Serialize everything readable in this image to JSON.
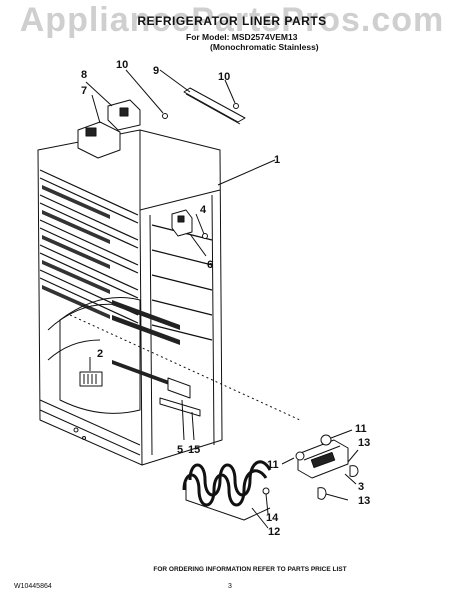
{
  "watermark": "AppliancePartsPros.com",
  "header": {
    "title": "REFRIGERATOR LINER PARTS",
    "model_line": "For Model: MSD2574VEM13",
    "finish_line": "(Monochromatic Stainless)"
  },
  "callouts": {
    "c1": "1",
    "c2": "2",
    "c3": "3",
    "c4": "4",
    "c5": "5",
    "c6": "6",
    "c7": "7",
    "c8": "8",
    "c9": "9",
    "c10a": "10",
    "c10b": "10",
    "c11a": "11",
    "c11b": "11",
    "c12": "12",
    "c13a": "13",
    "c13b": "13",
    "c14": "14",
    "c15": "15"
  },
  "footer": {
    "ordering_info": "FOR ORDERING INFORMATION REFER TO PARTS PRICE LIST",
    "document_number": "W10445864",
    "page_number": "3"
  }
}
